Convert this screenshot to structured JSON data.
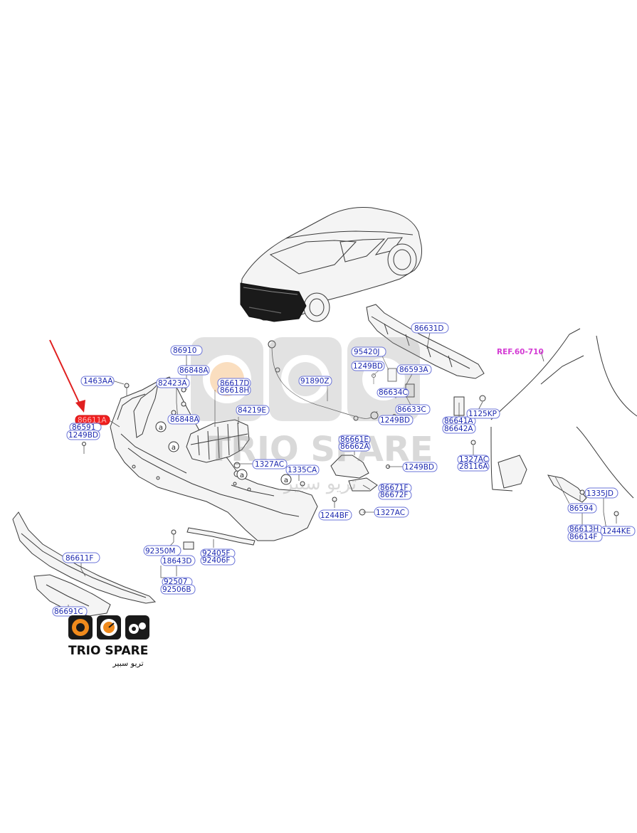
{
  "labels": {
    "l86910": "86910",
    "l86848A_1": "86848A",
    "l1463AA": "1463AA",
    "l82423A": "82423A",
    "l86617D": "86617D",
    "l86618H": "86618H",
    "l84219E": "84219E",
    "l86848A_2": "86848A",
    "l86611A": "86611A",
    "l86591": "86591",
    "l1249BD_1": "1249BD",
    "l1327AC_1": "1327AC",
    "l1335CA": "1335CA",
    "l91890Z": "91890Z",
    "l95420J": "95420J",
    "l1249BD_2": "1249BD",
    "l86593A": "86593A",
    "l86634C": "86634C",
    "l86633C": "86633C",
    "l1249BD_3": "1249BD",
    "l86631D": "86631D",
    "l86641A": "86641A",
    "l86642A": "86642A",
    "l1125KP": "1125KP",
    "l86661E": "86661E",
    "l86662A": "86662A",
    "l1249BD_4": "1249BD",
    "l86671F": "86671F",
    "l86672F": "86672F",
    "l1244BF": "1244BF",
    "l1327AC_2": "1327AC",
    "l1327AC_3": "1327AC",
    "l28116A": "28116A",
    "l1335JD": "1335JD",
    "l86594": "86594",
    "l86613H": "86613H",
    "l86614F": "86614F",
    "l1244KE": "1244KE",
    "l86611F": "86611F",
    "l86691C": "86691C",
    "l92350M": "92350M",
    "l18643D": "18643D",
    "l92507": "92507",
    "l92506B": "92506B",
    "l92405F": "92405F",
    "l92406F": "92406F"
  },
  "ref_label": "REF.60-710",
  "marker": "a",
  "watermark": {
    "text": "TRIO SPARE",
    "arabic": "تريو سبير"
  },
  "logo": {
    "text": "TRIO SPARE",
    "arabic": "تريو سبير"
  },
  "colors": {
    "label_text": "#1e2ab0",
    "label_border": "#6b74d8",
    "highlight": "#f02020",
    "ref": "#d43bd4",
    "arrow": "#e02020",
    "logo_orange": "#f08a1c"
  }
}
